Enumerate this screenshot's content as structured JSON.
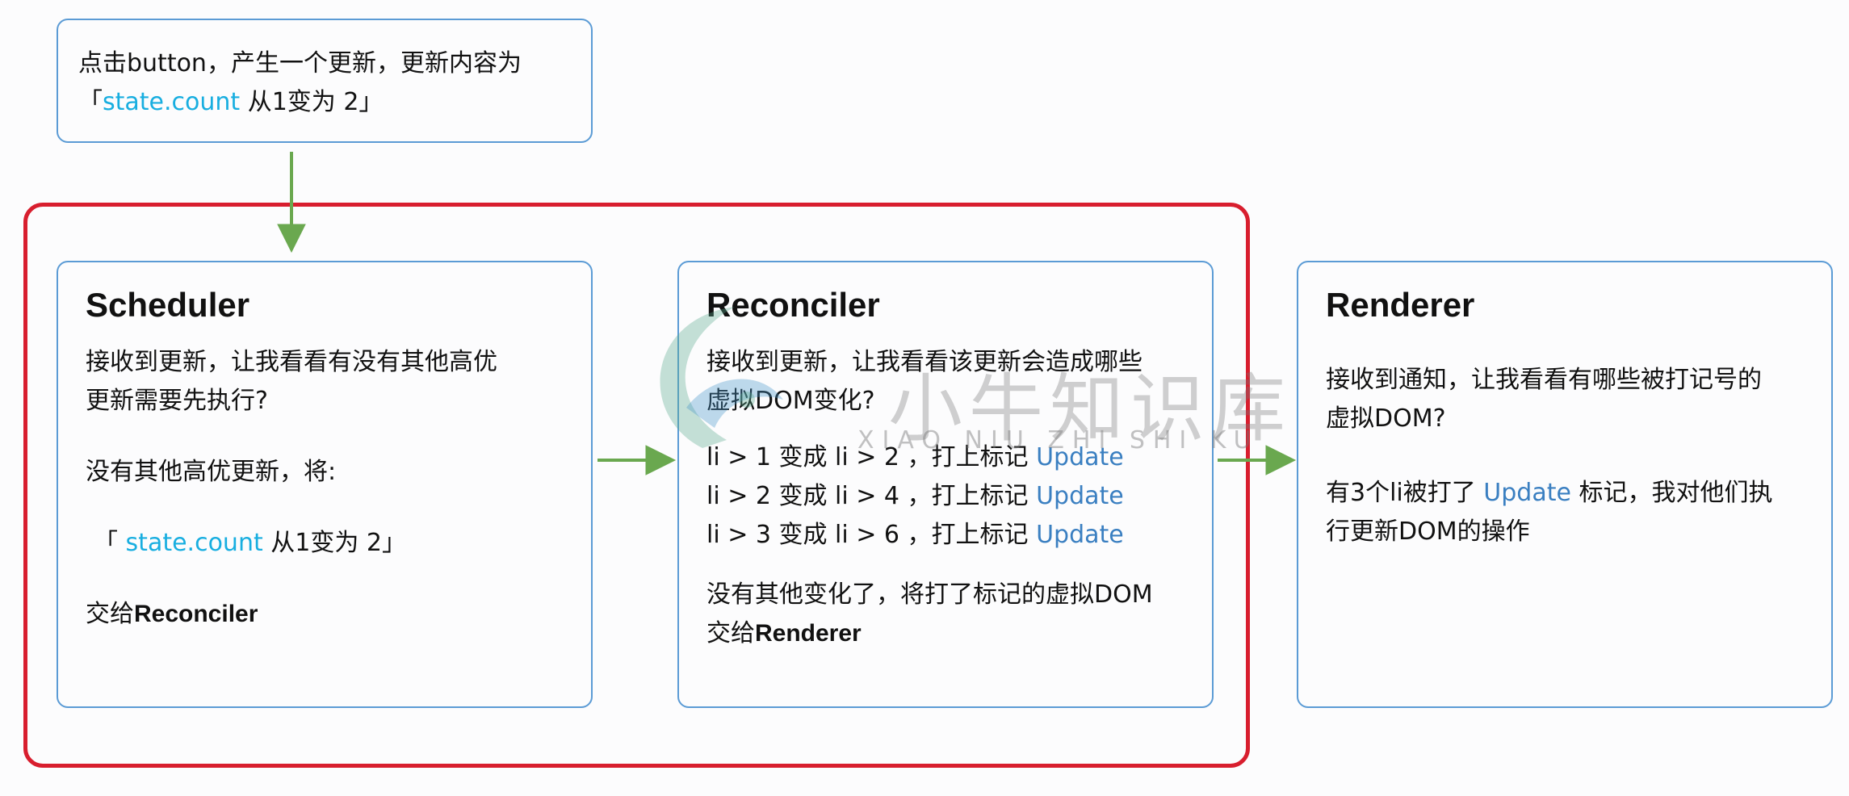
{
  "event": {
    "line1": "点击button，产生一个更新，更新内容为",
    "line2_open": "「",
    "line2_hl": "state.count",
    "line2_rest": " 从1变为 2」"
  },
  "scheduler": {
    "title": "Scheduler",
    "p1": "接收到更新，让我看看有没有其他高优",
    "p2": "更新需要先执行?",
    "p3": "没有其他高优更新，将:",
    "p4_open": "「 ",
    "p4_hl": "state.count",
    "p4_rest": " 从1变为 2」",
    "p5_pre": "交给",
    "p5_bold": "Reconciler"
  },
  "reconciler": {
    "title": "Reconciler",
    "p1": "接收到更新，让我看看该更新会造成哪些",
    "p2": "虚拟DOM变化?",
    "changes": [
      {
        "text": "li > 1 变成 li > 2 ，打上标记 ",
        "tag": "Update"
      },
      {
        "text": "li > 2 变成 li > 4 ，打上标记 ",
        "tag": "Update"
      },
      {
        "text": "li > 3 变成 li > 6 ，打上标记 ",
        "tag": "Update"
      }
    ],
    "p3": "没有其他变化了，将打了标记的虚拟DOM",
    "p4_pre": "交给",
    "p4_bold": "Renderer"
  },
  "renderer": {
    "title": "Renderer",
    "p1": "接收到通知，让我看看有哪些被打记号的",
    "p2": "虚拟DOM?",
    "p3_pre": "有3个li被打了 ",
    "p3_tag": "Update",
    "p3_post": " 标记，我对他们执",
    "p4": "行更新DOM的操作"
  },
  "watermark": {
    "text": "小牛知识库",
    "sub": "XIAO NIU ZHI SHI KU"
  },
  "colors": {
    "box_border": "#5b9bd5",
    "frame": "#d81e2e",
    "arrow": "#6aa84f",
    "highlight": "#18aee0",
    "update": "#3a7fc1"
  }
}
